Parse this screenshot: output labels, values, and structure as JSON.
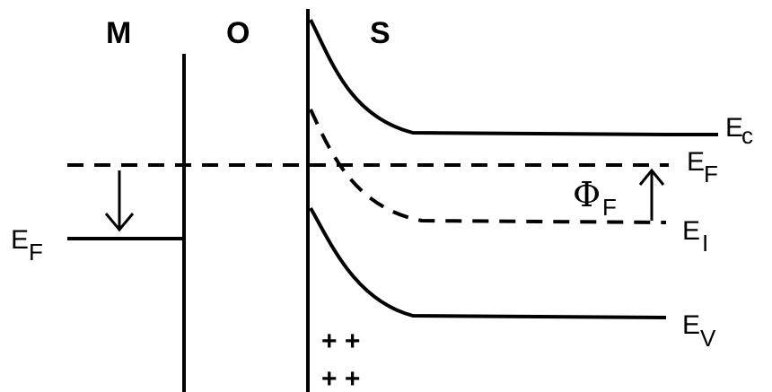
{
  "regions": {
    "metal": "M",
    "oxide": "O",
    "semiconductor": "S"
  },
  "levels": {
    "ec": {
      "main": "E",
      "sub": "c"
    },
    "ef_semiconductor": {
      "main": "E",
      "sub": "F"
    },
    "ei": {
      "main": "E",
      "sub": "I"
    },
    "ev": {
      "main": "E",
      "sub": "V"
    },
    "ef_metal": {
      "main": "E",
      "sub": "F"
    }
  },
  "phi_f": {
    "main": "Φ",
    "sub": "F"
  },
  "charges": {
    "row1": "+ +",
    "row2": "+ +"
  }
}
